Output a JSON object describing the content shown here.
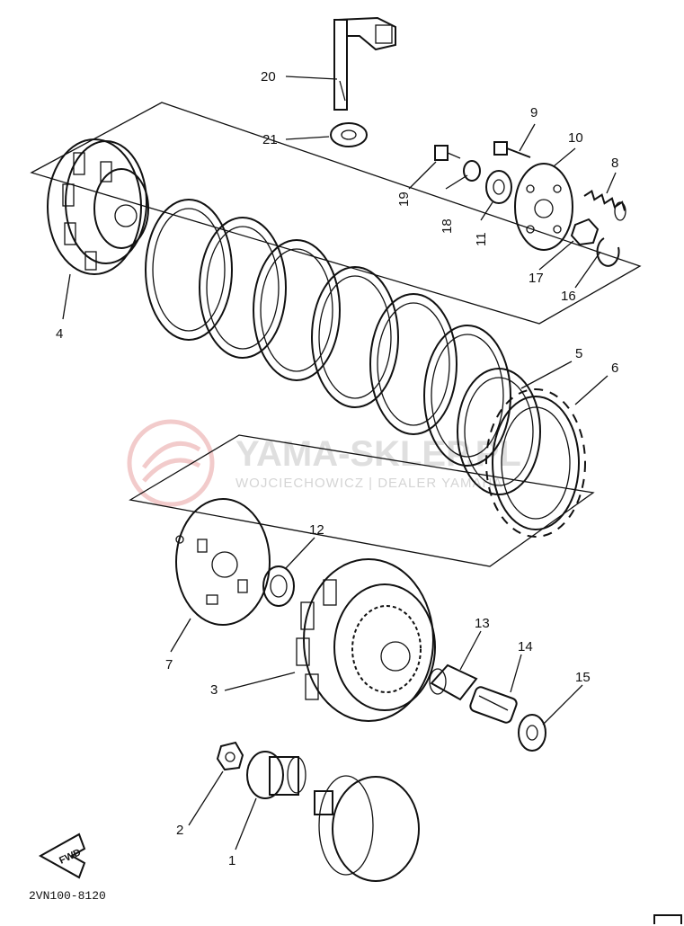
{
  "diagram": {
    "drawing_code": "2VN100-8120",
    "fwd_label": "FWD",
    "watermark": {
      "title": "YAMA-SKLEP.PL",
      "subtitle": "WOJCIECHOWICZ | DEALER YAMAHA"
    },
    "callouts": [
      {
        "id": "c1",
        "label": "1"
      },
      {
        "id": "c2",
        "label": "2"
      },
      {
        "id": "c3",
        "label": "3"
      },
      {
        "id": "c4",
        "label": "4"
      },
      {
        "id": "c5",
        "label": "5"
      },
      {
        "id": "c6",
        "label": "6"
      },
      {
        "id": "c7",
        "label": "7"
      },
      {
        "id": "c8",
        "label": "8"
      },
      {
        "id": "c9",
        "label": "9"
      },
      {
        "id": "c10",
        "label": "10"
      },
      {
        "id": "c11",
        "label": "11"
      },
      {
        "id": "c12",
        "label": "12"
      },
      {
        "id": "c13",
        "label": "13"
      },
      {
        "id": "c14",
        "label": "14"
      },
      {
        "id": "c15",
        "label": "15"
      },
      {
        "id": "c16",
        "label": "16"
      },
      {
        "id": "c17",
        "label": "17"
      },
      {
        "id": "c18",
        "label": "18"
      },
      {
        "id": "c19",
        "label": "19"
      },
      {
        "id": "c20",
        "label": "20"
      },
      {
        "id": "c21",
        "label": "21"
      }
    ]
  }
}
